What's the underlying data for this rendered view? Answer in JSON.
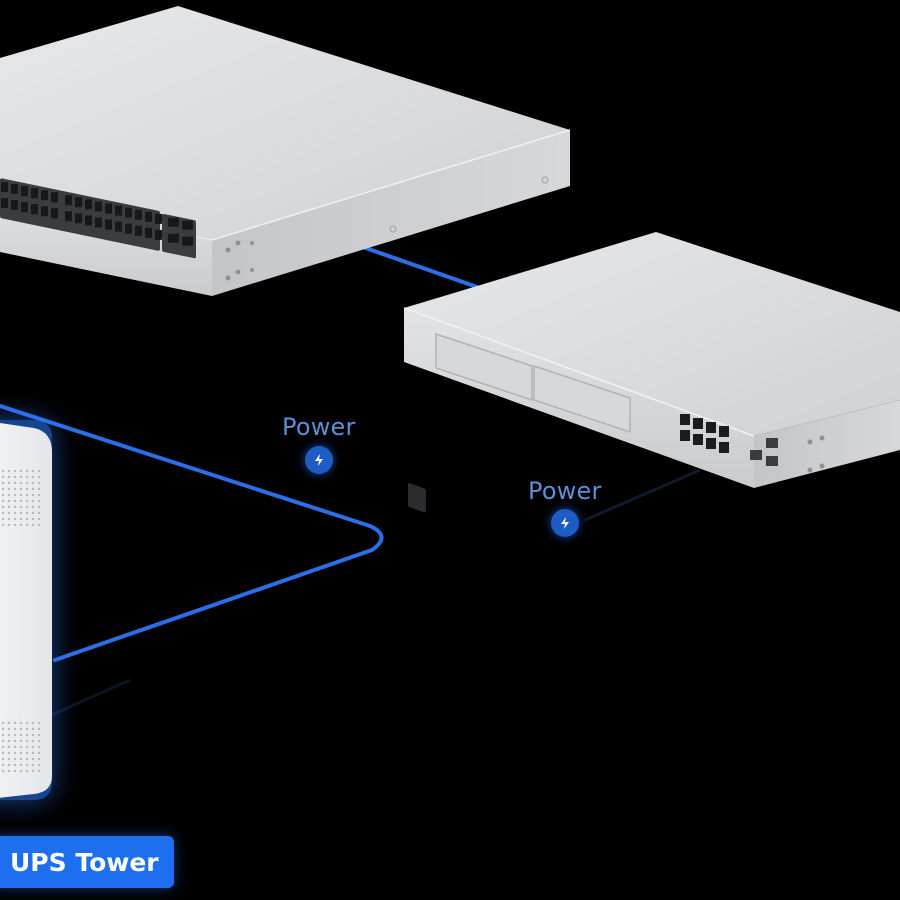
{
  "labels": {
    "power_1": "Power",
    "power_2": "Power",
    "ups_tag": "UPS Tower"
  },
  "icons": {
    "power_badge": "lightning-icon"
  },
  "colors": {
    "background": "#000000",
    "cable": "#2a6fe8",
    "accent_blue": "#1e6ff0",
    "power_text": "#5b8fd6",
    "device_body": "#d9dbde"
  }
}
